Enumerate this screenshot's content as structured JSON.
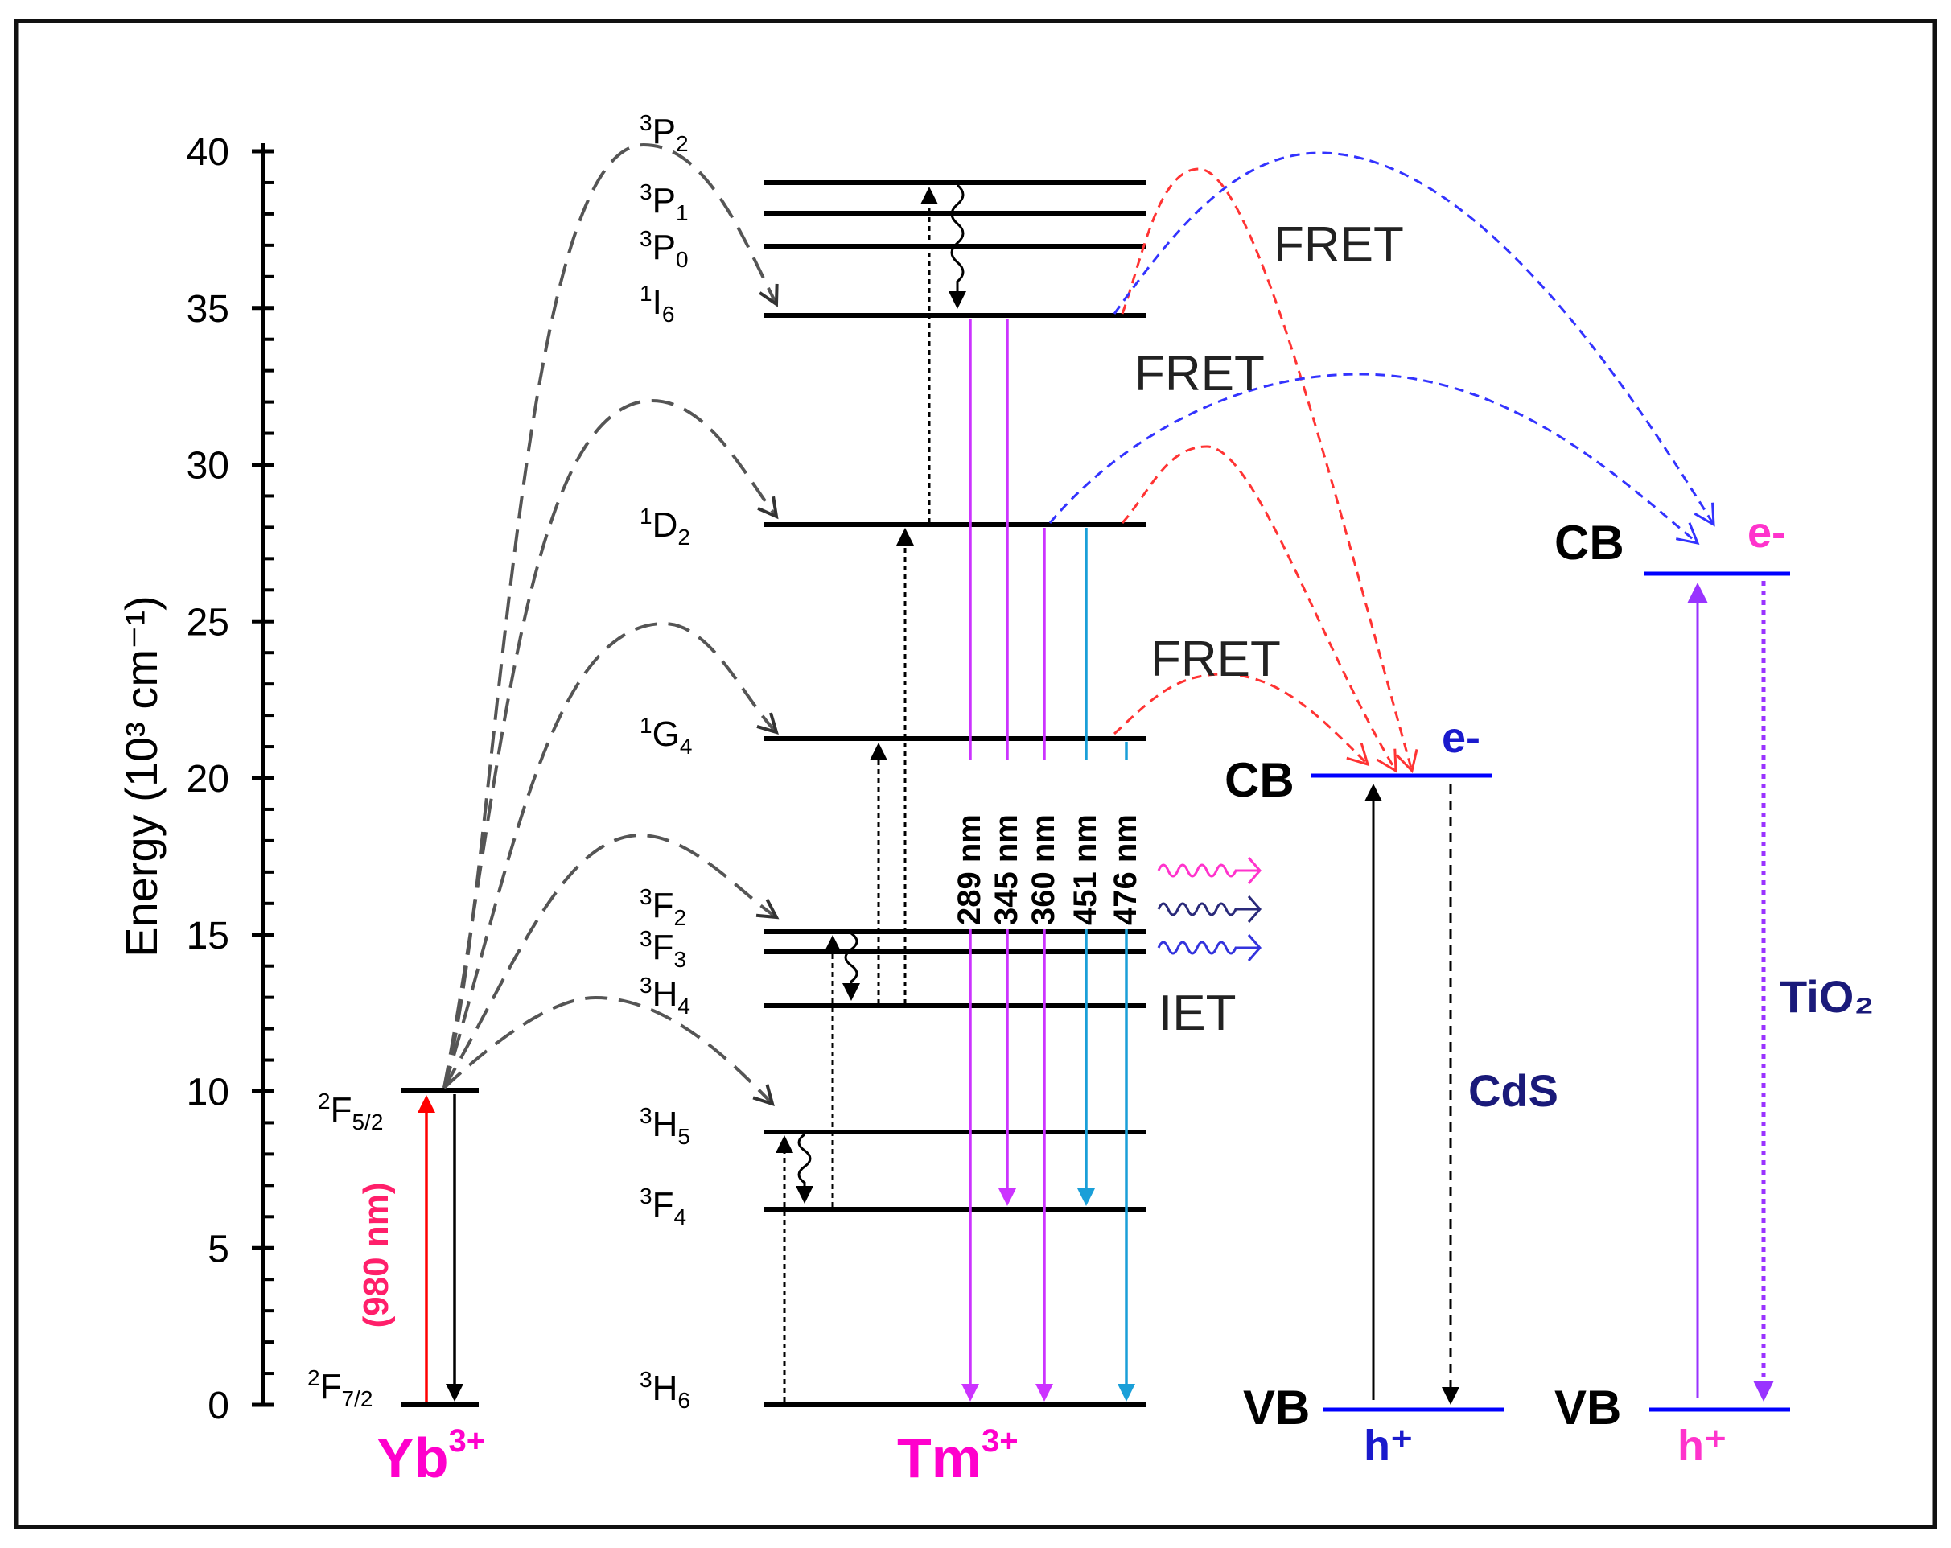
{
  "axis": {
    "title": "Energy (10³ cm⁻¹)",
    "unit": "10^3 cm^-1",
    "range": [
      0,
      40
    ],
    "major_ticks": [
      "0",
      "5",
      "10",
      "15",
      "20",
      "25",
      "30",
      "35",
      "40"
    ]
  },
  "ions": {
    "yb": {
      "name": "Yb",
      "charge": "3+",
      "levels": [
        {
          "label": "2F5/2",
          "energy": 10
        },
        {
          "label": "2F7/2",
          "energy": 0
        }
      ],
      "excitation": "(980 nm)"
    },
    "tm": {
      "name": "Tm",
      "charge": "3+",
      "levels": [
        {
          "label": "3P2",
          "energy": 38.9
        },
        {
          "label": "3P1",
          "energy": 37.9
        },
        {
          "label": "3P0",
          "energy": 36.9
        },
        {
          "label": "1I6",
          "energy": 34.8
        },
        {
          "label": "1D2",
          "energy": 28.1
        },
        {
          "label": "1G4",
          "energy": 21.3
        },
        {
          "label": "3F2",
          "energy": 15.0
        },
        {
          "label": "3F3",
          "energy": 14.5
        },
        {
          "label": "3H4",
          "energy": 12.6
        },
        {
          "label": "3H5",
          "energy": 8.6
        },
        {
          "label": "3F4",
          "energy": 6.1
        },
        {
          "label": "3H6",
          "energy": 0
        }
      ],
      "emissions": [
        {
          "wavelength": "289 nm",
          "color": "#cc33ff"
        },
        {
          "wavelength": "345 nm",
          "color": "#cc33ff"
        },
        {
          "wavelength": "360 nm",
          "color": "#cc33ff"
        },
        {
          "wavelength": "451 nm",
          "color": "#1a9fd8"
        },
        {
          "wavelength": "476 nm",
          "color": "#1a9fd8"
        }
      ]
    }
  },
  "transfer_labels": {
    "fret": "FRET",
    "iet": "IET"
  },
  "semiconductors": [
    {
      "name": "CdS",
      "cb_label": "CB",
      "vb_label": "VB",
      "cb_energy": 20.0,
      "vb_energy": -0.3,
      "electron": "e-",
      "hole": "h⁺",
      "carrier_color": "#1a1acc"
    },
    {
      "name": "TiO₂",
      "cb_label": "CB",
      "vb_label": "VB",
      "cb_energy": 26.6,
      "vb_energy": -0.3,
      "electron": "e-",
      "hole": "h⁺",
      "carrier_color": "#ff33cc"
    }
  ],
  "colors": {
    "yb_tm_labels": "#ff00cc",
    "excitation_arrow": "#ff0000",
    "uv_emission": "#cc33ff",
    "blue_emission": "#1a9fd8",
    "fret_red": "#ff3333",
    "fret_blue": "#3333ff",
    "band_lines": "#0000ff",
    "tio2_transition": "#9933ff"
  }
}
